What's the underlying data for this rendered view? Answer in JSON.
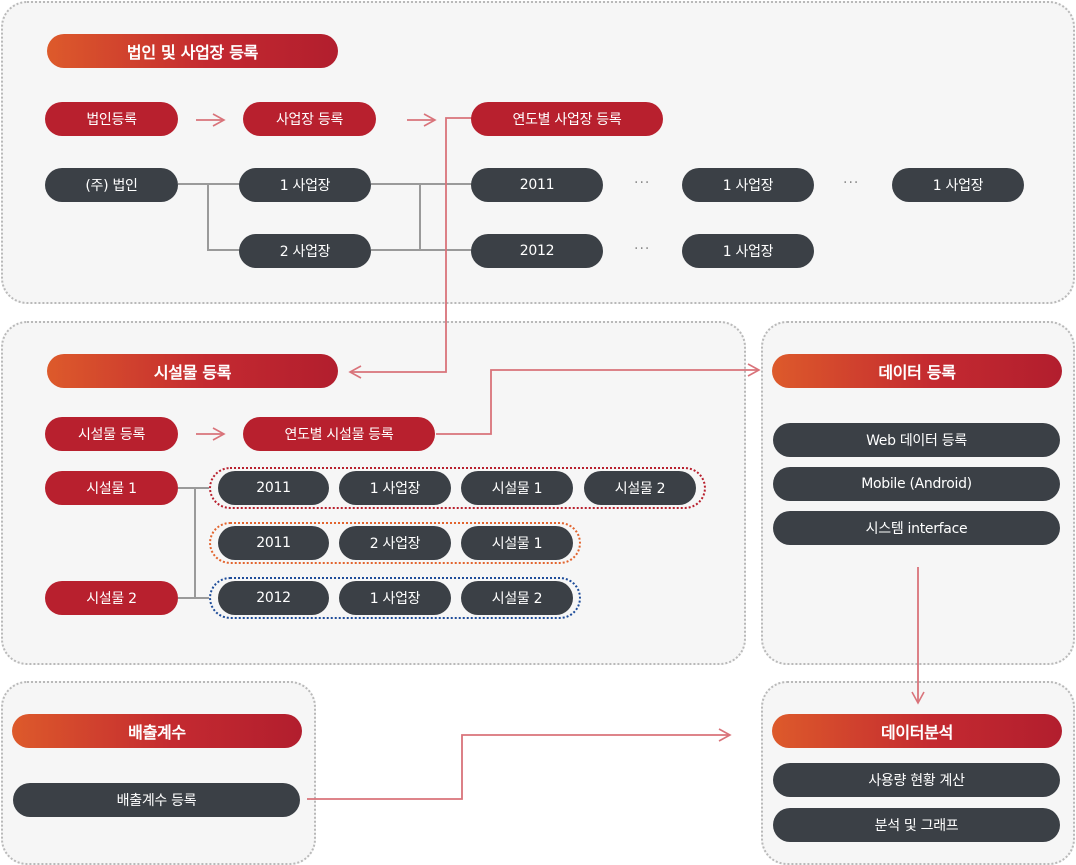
{
  "corp": {
    "header": "법인 및 사업장 등록",
    "step1": "법인등록",
    "step2": "사업장 등록",
    "step3": "연도별 사업장 등록",
    "corp_name": "(주) 법인",
    "site1": "1 사업장",
    "site2": "2 사업장",
    "year_2011": "2011",
    "year_2012": "2012",
    "site_2011_a": "1 사업장",
    "site_2011_b": "1 사업장",
    "site_2012_a": "1 사업장",
    "ellipsis": "···"
  },
  "facility": {
    "header": "시설물 등록",
    "step1": "시설물 등록",
    "step2": "연도별 시설물 등록",
    "fac1": "시설물 1",
    "fac2": "시설물 2",
    "rows": [
      {
        "year": "2011",
        "site": "1 사업장",
        "items": [
          "시설물 1",
          "시설물 2"
        ],
        "color": "#b8202e"
      },
      {
        "year": "2011",
        "site": "2 사업장",
        "items": [
          "시설물 1"
        ],
        "color": "#e2652f"
      },
      {
        "year": "2012",
        "site": "1 사업장",
        "items": [
          "시설물 2"
        ],
        "color": "#1f4d9a"
      }
    ]
  },
  "data_reg": {
    "header": "데이터 등록",
    "items": [
      "Web 데이터 등록",
      "Mobile (Android)",
      "시스템 interface"
    ]
  },
  "emission": {
    "header": "배출계수",
    "item": "배출계수 등록"
  },
  "analysis": {
    "header": "데이터분석",
    "items": [
      "사용량 현황 계산",
      "분석 및 그래프"
    ]
  },
  "colors": {
    "red": "#b8202e",
    "dark": "#3b4046",
    "arrow": "#d9737a",
    "line": "#9a9a9a"
  }
}
